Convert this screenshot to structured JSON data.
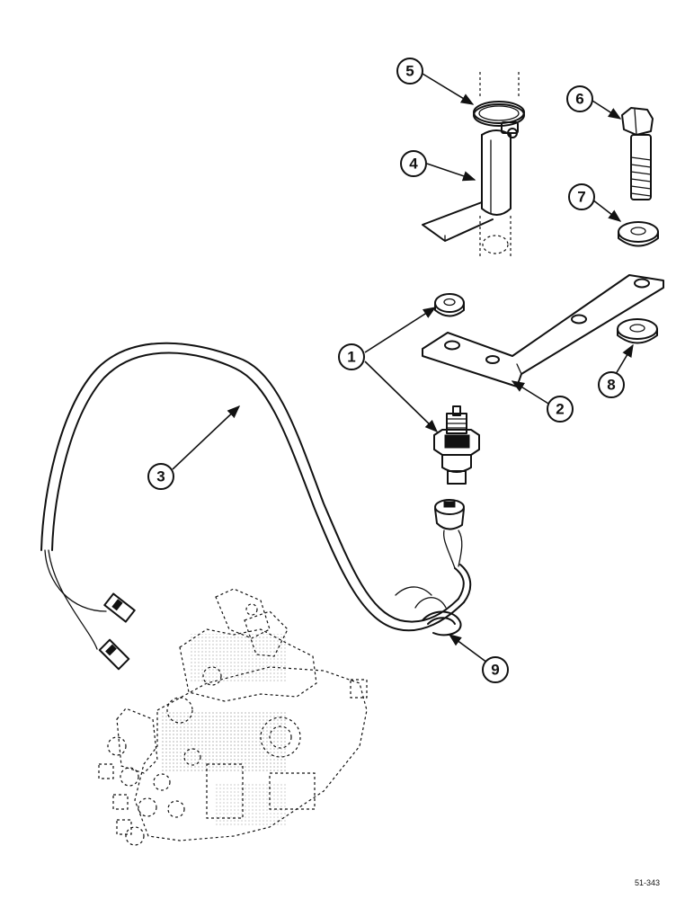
{
  "callouts": {
    "c1": "1",
    "c2": "2",
    "c3": "3",
    "c4": "4",
    "c5": "5",
    "c6": "6",
    "c7": "7",
    "c8": "8",
    "c9": "9"
  },
  "drawing_ref": "51-343"
}
